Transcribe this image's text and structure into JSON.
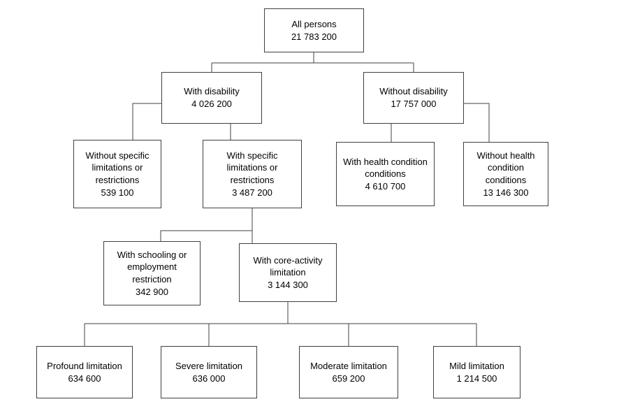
{
  "diagram": {
    "type": "hierarchy-tree",
    "nodes": {
      "all_persons": {
        "label": "All persons",
        "value": "21 783 200"
      },
      "with_disability": {
        "label": "With disability",
        "value": "4 026 200"
      },
      "without_disability": {
        "label": "Without disability",
        "value": "17 757 000"
      },
      "without_specific": {
        "label": "Without specific limitations or restrictions",
        "value": "539 100"
      },
      "with_specific": {
        "label": "With specific limitations or restrictions",
        "value": "3 487 200"
      },
      "with_health": {
        "label": "With health condition conditions",
        "value": "4 610 700"
      },
      "without_health": {
        "label": "Without health condition conditions",
        "value": "13 146 300"
      },
      "schooling": {
        "label": "With schooling  or employment restriction",
        "value": "342 900"
      },
      "core_activity": {
        "label": "With core-activity limitation",
        "value": "3 144 300"
      },
      "profound": {
        "label": "Profound limitation",
        "value": "634 600"
      },
      "severe": {
        "label": "Severe limitation",
        "value": "636 000"
      },
      "moderate": {
        "label": "Moderate limitation",
        "value": "659 200"
      },
      "mild": {
        "label": "Mild limitation",
        "value": "1 214 500"
      }
    }
  }
}
